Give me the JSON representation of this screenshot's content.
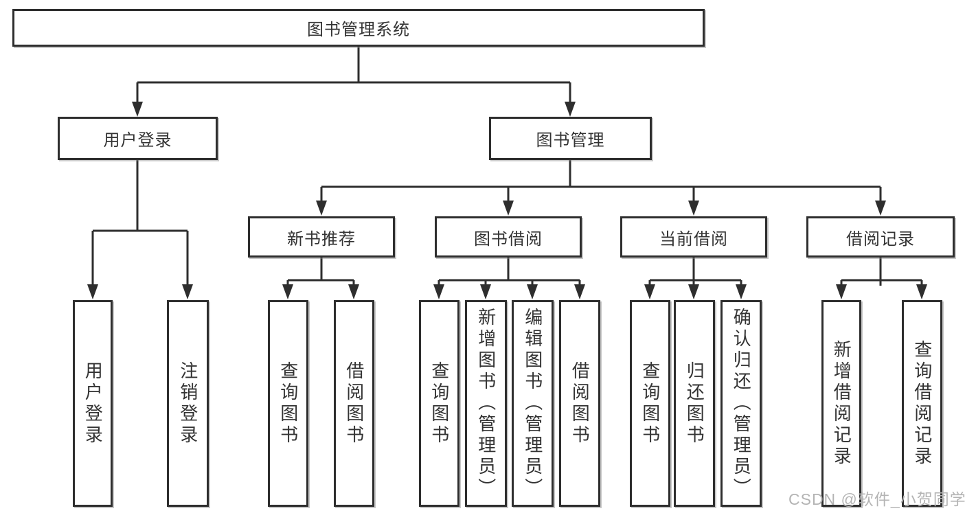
{
  "diagram": {
    "root": {
      "label": "图书管理系统"
    },
    "user_login": {
      "label": "用户登录",
      "children": [
        {
          "label": "用户登录"
        },
        {
          "label": "注销登录"
        }
      ]
    },
    "book_mgmt": {
      "label": "图书管理",
      "modules": [
        {
          "label": "新书推荐",
          "children": [
            {
              "label": "查询图书"
            },
            {
              "label": "借阅图书"
            }
          ]
        },
        {
          "label": "图书借阅",
          "children": [
            {
              "label": "查询图书"
            },
            {
              "label": "新增图书（管理员）"
            },
            {
              "label": "编辑图书（管理员）"
            },
            {
              "label": "借阅图书"
            }
          ]
        },
        {
          "label": "当前借阅",
          "children": [
            {
              "label": "查询图书"
            },
            {
              "label": "归还图书"
            },
            {
              "label": "确认归还（管理员）"
            }
          ]
        },
        {
          "label": "借阅记录",
          "children": [
            {
              "label": "新增借阅记录"
            },
            {
              "label": "查询借阅记录"
            }
          ]
        }
      ]
    }
  },
  "watermark": {
    "text": "CSDN @软件_小贺同学"
  },
  "colors": {
    "background": "#ffffff",
    "line": "#2e2e2e",
    "box_border": "#2e2e2e",
    "text": "#333333",
    "watermark": "#b4b4b4"
  }
}
